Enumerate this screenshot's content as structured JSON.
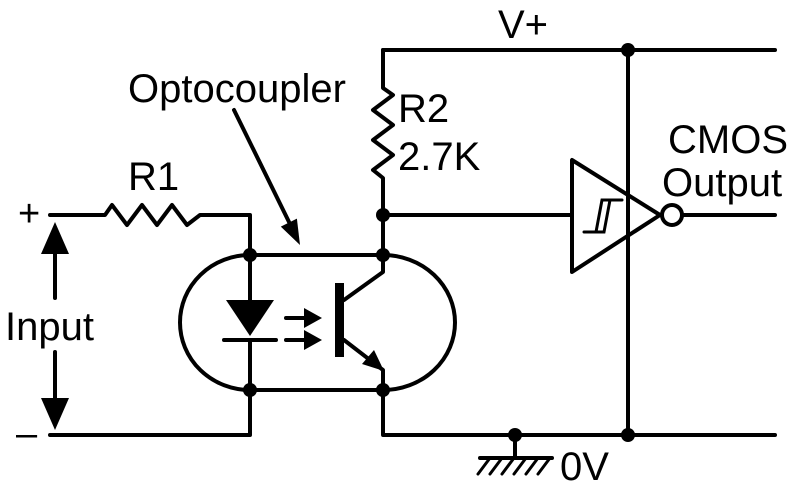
{
  "labels": {
    "supply": "V+",
    "optocoupler": "Optocoupler",
    "r2_name": "R2",
    "r2_value": "2.7K",
    "output_line1": "CMOS",
    "output_line2": "Output",
    "r1_name": "R1",
    "input_plus": "+",
    "input": "Input",
    "input_minus": "–",
    "ground": "0V"
  },
  "colors": {
    "ink": "#000000",
    "background": "#ffffff"
  }
}
